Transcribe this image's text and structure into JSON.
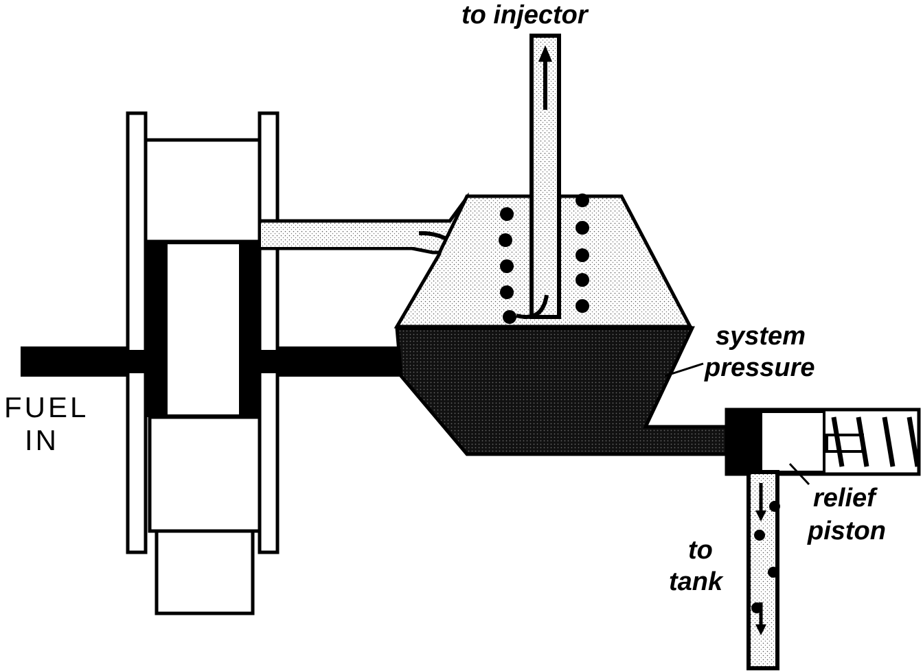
{
  "labels": {
    "to_injector": "to injector",
    "system_pressure_line1": "system",
    "system_pressure_line2": "pressure",
    "fuel_in_line1": "FUEL",
    "fuel_in_line2": "IN",
    "relief_piston_line1": "relief",
    "relief_piston_line2": "piston",
    "to_tank_line1": "to",
    "to_tank_line2": "tank"
  },
  "colors": {
    "ink": "#000000",
    "paper": "#ffffff"
  }
}
